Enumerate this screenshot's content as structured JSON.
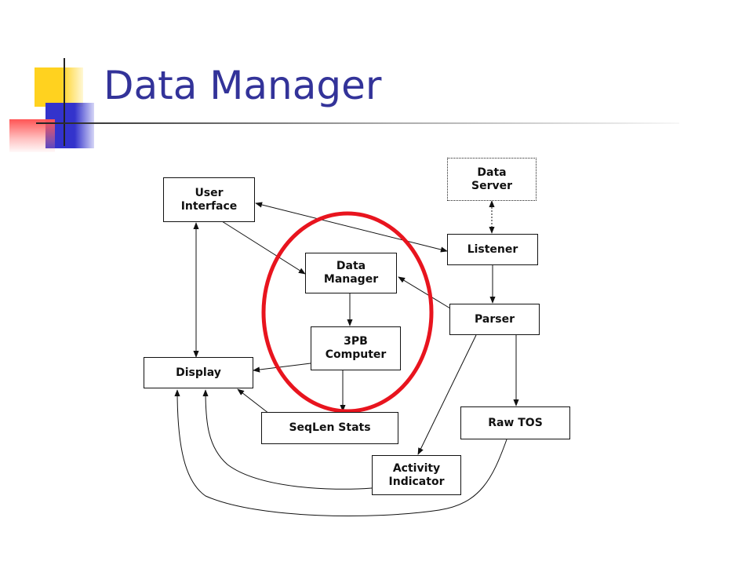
{
  "slide": {
    "title": "Data Manager",
    "accent_colors": {
      "title": "#333399",
      "square_yellow": "#FFD21F",
      "square_blue": "#3333CC",
      "square_red": "#FF5555",
      "highlight_ellipse": "#E8141E"
    }
  },
  "diagram": {
    "nodes": {
      "data_server": {
        "line1": "Data",
        "line2": "Server"
      },
      "user_interface": {
        "line1": "User",
        "line2": "Interface"
      },
      "listener": {
        "line1": "Listener"
      },
      "data_manager": {
        "line1": "Data",
        "line2": "Manager"
      },
      "parser": {
        "line1": "Parser"
      },
      "computer_3pb": {
        "line1": "3PB",
        "line2": "Computer"
      },
      "display": {
        "line1": "Display"
      },
      "seqlen_stats": {
        "line1": "SeqLen Stats"
      },
      "raw_tos": {
        "line1": "Raw TOS"
      },
      "activity_indicator": {
        "line1": "Activity",
        "line2": "Indicator"
      }
    },
    "highlight": "red-ellipse-around-data-manager-and-3pb-computer"
  }
}
